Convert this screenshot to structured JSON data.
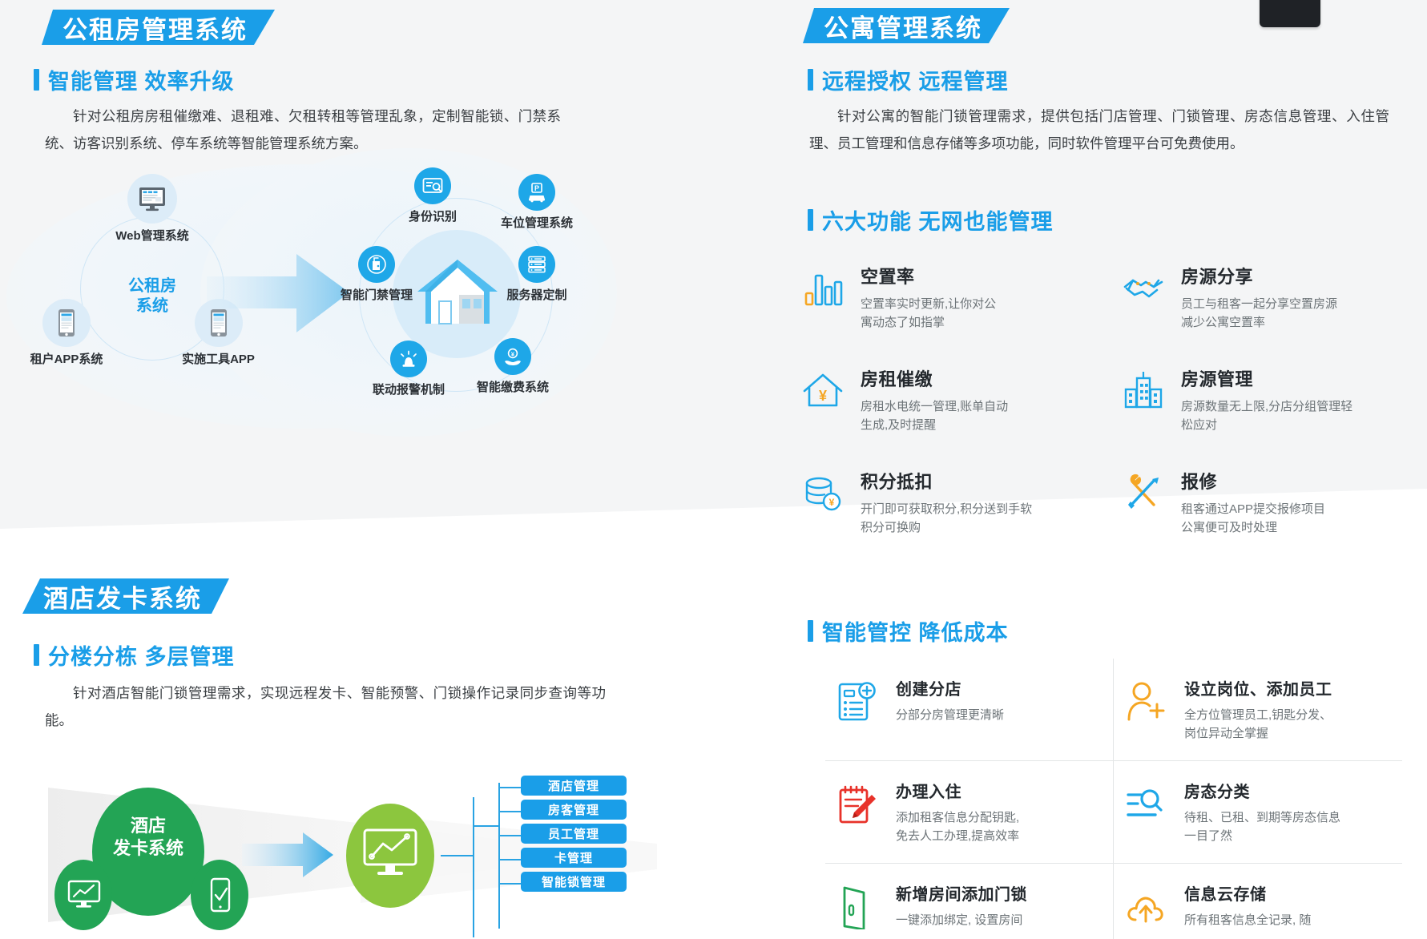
{
  "sections": {
    "public_rental": {
      "banner": "公租房管理系统",
      "heading": "智能管理  效率升级",
      "paragraph": "针对公租房房租催缴难、退租难、欠租转租等管理乱象，定制智能锁、门禁系统、访客识别系统、停车系统等智能管理系统方案。",
      "diagram": {
        "center_label": "公租房\n系统",
        "left_nodes": [
          {
            "label": "Web管理系统",
            "icon": "monitor-icon"
          },
          {
            "label": "租户APP系统",
            "icon": "phone-icon"
          },
          {
            "label": "实施工具APP",
            "icon": "phone-icon"
          }
        ],
        "right_nodes": [
          {
            "label": "身份识别",
            "icon": "id-card-icon"
          },
          {
            "label": "车位管理系统",
            "icon": "parking-car-icon"
          },
          {
            "label": "智能门禁管理",
            "icon": "door-access-icon"
          },
          {
            "label": "服务器定制",
            "icon": "server-icon"
          },
          {
            "label": "联动报警机制",
            "icon": "alarm-light-icon"
          },
          {
            "label": "智能缴费系统",
            "icon": "hand-coin-icon"
          }
        ],
        "center_icon": "house-icon"
      }
    },
    "apartment": {
      "banner": "公寓管理系统",
      "heading": "远程授权  远程管理",
      "paragraph": "针对公寓的智能门锁管理需求，提供包括门店管理、门锁管理、房态信息管理、入住管理、员工管理和信息存储等多项功能，同时软件管理平台可免费使用。",
      "features_heading": "六大功能  无网也能管理",
      "features": [
        {
          "icon": "bar-chart-icon",
          "title": "空置率",
          "desc": "空置率实时更新,让你对公\n寓动态了如指掌"
        },
        {
          "icon": "handshake-icon",
          "title": "房源分享",
          "desc": "员工与租客一起分享空置房源\n减少公寓空置率"
        },
        {
          "icon": "house-yen-icon",
          "title": "房租催缴",
          "desc": "房租水电统一管理,账单自动\n生成,及时提醒"
        },
        {
          "icon": "building-icon",
          "title": "房源管理",
          "desc": "房源数量无上限,分店分组管理轻\n松应对"
        },
        {
          "icon": "coins-yen-icon",
          "title": "积分抵扣",
          "desc": "开门即可获取积分,积分送到手软\n积分可换购"
        },
        {
          "icon": "tools-icon",
          "title": "报修",
          "desc": "租客通过APP提交报修项目\n公寓便可及时处理"
        }
      ]
    },
    "hotel": {
      "banner": "酒店发卡系统",
      "heading": "分楼分栋  多层管理",
      "paragraph": "针对酒店智能门锁管理需求，实现远程发卡、智能预警、门锁操作记录同步查询等功能。",
      "diagram": {
        "source_label": "酒店\n发卡系统",
        "source_icons": [
          "monitor-chart-icon",
          "phone-check-icon"
        ],
        "target_icon": "monitor-chart-icon",
        "tags": [
          "酒店管理",
          "房客管理",
          "员工管理",
          "卡管理",
          "智能锁管理"
        ]
      }
    },
    "smart_control": {
      "heading": "智能管控  降低成本",
      "items": [
        {
          "icon": "document-add-icon",
          "title": "创建分店",
          "desc": "分部分房管理更清晰",
          "color": "#1a9ee8"
        },
        {
          "icon": "user-add-icon",
          "title": "设立岗位、添加员工",
          "desc": "全方位管理员工,钥匙分发、\n岗位异动全掌握",
          "color": "#f5a623"
        },
        {
          "icon": "note-pencil-icon",
          "title": "办理入住",
          "desc": "添加租客信息分配钥匙,\n免去人工办理,提高效率",
          "color": "#e8322a"
        },
        {
          "icon": "room-search-icon",
          "title": "房态分类",
          "desc": "待租、已租、到期等房态信息\n一目了然",
          "color": "#1a9ee8"
        },
        {
          "icon": "door-lock-icon",
          "title": "新增房间添加门锁",
          "desc": "一键添加绑定, 设置房间",
          "color": "#23a455"
        },
        {
          "icon": "cloud-upload-icon",
          "title": "信息云存储",
          "desc": "所有租客信息全记录, 随",
          "color": "#f5a623"
        }
      ]
    }
  },
  "colors": {
    "brand_blue": "#1a9ee8",
    "orange": "#f5a623",
    "green": "#23a455",
    "light_green": "#8cc63e",
    "red": "#e8322a",
    "panel_gray": "#f4f5f6",
    "title_dark": "#23282d",
    "body_gray": "#6d7478"
  }
}
